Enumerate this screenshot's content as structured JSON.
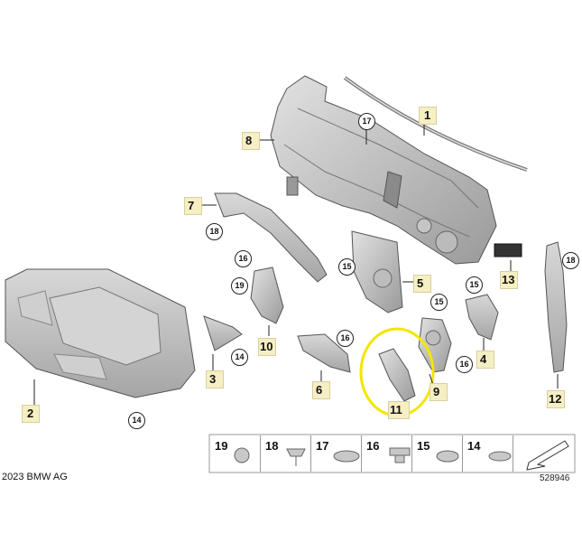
{
  "parts": {
    "p1": "1",
    "p2": "2",
    "p3": "3",
    "p4": "4",
    "p5": "5",
    "p6": "6",
    "p7": "7",
    "p8": "8",
    "p9": "9",
    "p10": "10",
    "p11": "11",
    "p12": "12",
    "p13": "13"
  },
  "callouts": {
    "c17a": "17",
    "c18a": "18",
    "c15a": "15",
    "c16a": "16",
    "c19a": "19",
    "c14a": "14",
    "c14b": "14",
    "c16b": "16",
    "c15b": "15",
    "c16c": "16",
    "c15c": "15",
    "c18b": "18"
  },
  "fastener_table": {
    "items": [
      "19",
      "18",
      "17",
      "16",
      "15",
      "14"
    ]
  },
  "footer": {
    "copyright": "2023 BMW AG",
    "doc_number": "528946"
  },
  "colors": {
    "part_fill": "#c8c8c8",
    "highlight": "#f3e600",
    "number_tag": "#f6efc4"
  }
}
